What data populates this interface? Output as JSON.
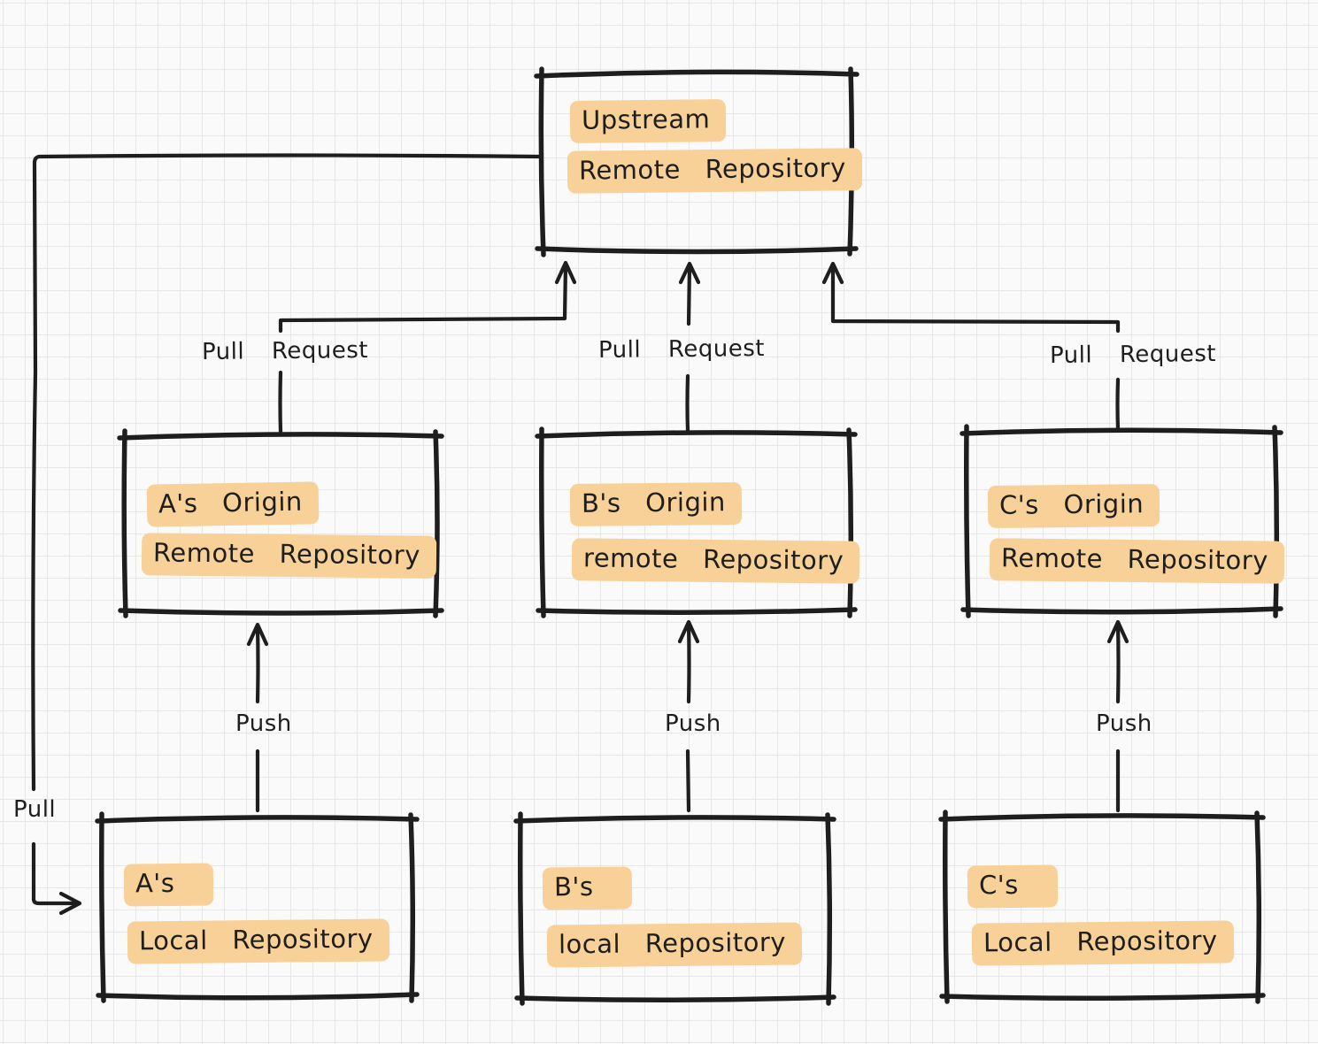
{
  "nodes": {
    "upstream": {
      "line1": "Upstream",
      "line2": "Remote Repository"
    },
    "a_origin": {
      "line1": "A's Origin",
      "line2": "Remote Repository"
    },
    "b_origin": {
      "line1": "B's Origin",
      "line2": "remote Repository"
    },
    "c_origin": {
      "line1": "C's Origin",
      "line2": "Remote Repository"
    },
    "a_local": {
      "line1": "A's",
      "line2": "Local Repository"
    },
    "b_local": {
      "line1": "B's",
      "line2": "local Repository"
    },
    "c_local": {
      "line1": "C's",
      "line2": "Local Repository"
    }
  },
  "labels": {
    "pull_request_a": "Pull Request",
    "pull_request_b": "Pull Request",
    "pull_request_c": "Pull Request",
    "push_a": "Push",
    "push_b": "Push",
    "push_c": "Push",
    "pull": "Pull"
  },
  "colors": {
    "stroke": "#1e1e1e",
    "highlight": "#f7d197",
    "grid_line": "#e7e7e7",
    "background": "#fafafa"
  }
}
